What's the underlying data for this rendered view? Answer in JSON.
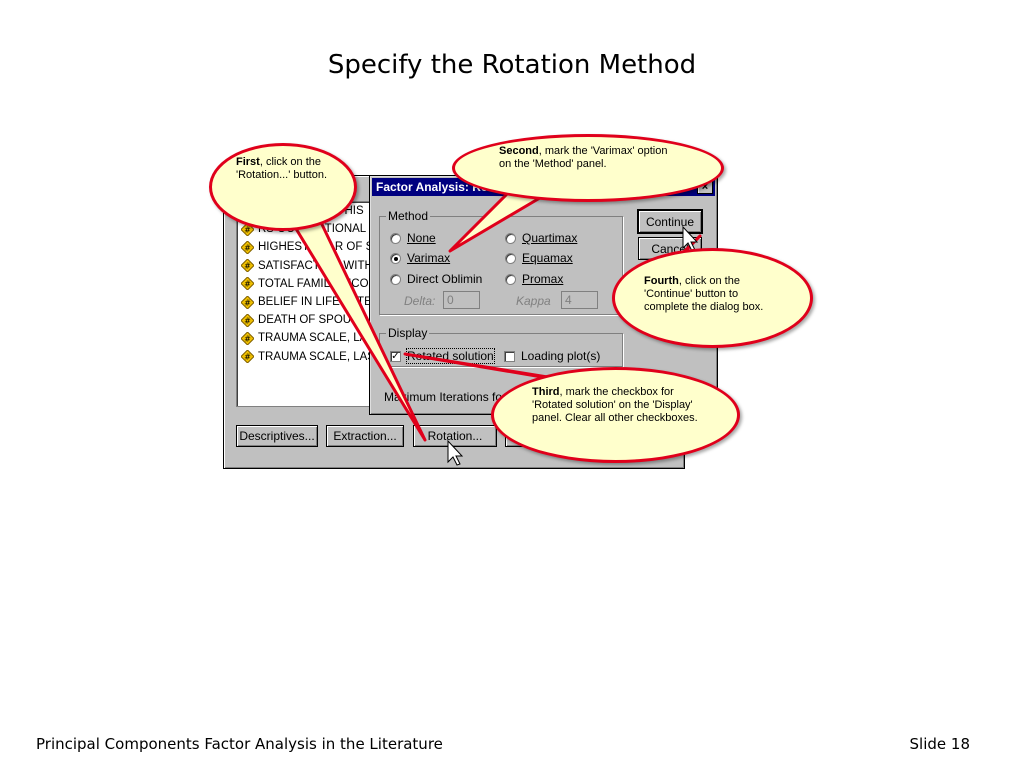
{
  "slide": {
    "title": "Specify the Rotation Method",
    "footer_left": "Principal Components Factor Analysis in the Literature",
    "footer_right": "Slide 18"
  },
  "main_window": {
    "variables": [
      "QUALITY FOR THIS",
      "RS OCCUPATIONAL",
      "HIGHEST YEAR OF S",
      "SATISFACTION WITH",
      "TOTAL FAMILY INCO",
      "BELIEF IN LIFE AFTE",
      "DEATH OF SPOUSE",
      "TRAUMA SCALE, LA",
      "TRAUMA SCALE, LAS"
    ],
    "buttons": {
      "descriptives": "Descriptives...",
      "extraction": "Extraction...",
      "rotation": "Rotation..."
    }
  },
  "dialog": {
    "title": "Factor Analysis: Rotation",
    "close": "×",
    "method": {
      "label": "Method",
      "none": "None",
      "varimax": "Varimax",
      "direct_oblimin": "Direct Oblimin",
      "quartimax": "Quartimax",
      "equamax": "Equamax",
      "promax": "Promax",
      "selected": "varimax",
      "delta_label": "Delta:",
      "delta_value": "0",
      "kappa_label": "Kappa",
      "kappa_value": "4"
    },
    "display": {
      "label": "Display",
      "rotated_solution": "Rotated solution",
      "rotated_checked": true,
      "loading_plots": "Loading plot(s)",
      "loading_checked": false
    },
    "max_iterations_label": "Maximum Iterations for",
    "buttons": {
      "continue": "Continue",
      "cancel": "Cancel"
    }
  },
  "callouts": {
    "first": {
      "lead": "First",
      "text": ", click on the 'Rotation...' button."
    },
    "second": {
      "lead": "Second",
      "text": ", mark the 'Varimax' option on the 'Method' panel."
    },
    "third": {
      "lead": "Third",
      "text": ", mark the checkbox for 'Rotated solution' on the 'Display' panel.  Clear all other checkboxes."
    },
    "fourth": {
      "lead": "Fourth",
      "text": ", click on the 'Continue' button to complete the dialog box."
    }
  },
  "colors": {
    "callout_fill": "#ffffcc",
    "callout_border": "#e0001b",
    "titlebar": "#000080",
    "window_gray": "#c0c0c0"
  },
  "icons": {
    "variable": "numeric-variable-icon",
    "cursor": "mouse-pointer-icon"
  }
}
